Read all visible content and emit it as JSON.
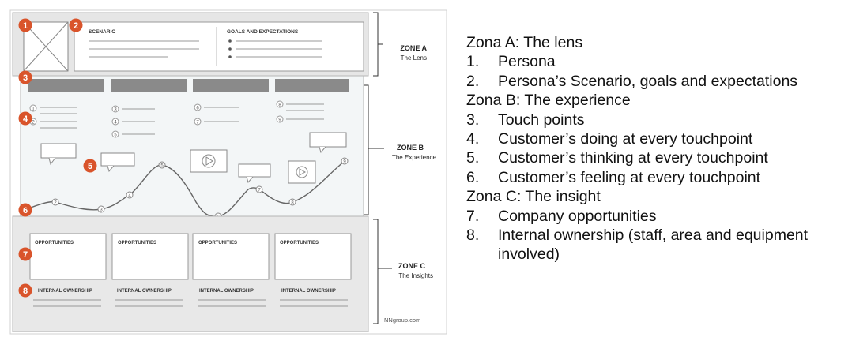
{
  "diagram": {
    "scenario_title": "SCENARIO",
    "goals_title": "GOALS AND EXPECTATIONS",
    "zones": [
      {
        "label": "ZONE A",
        "name": "The Lens"
      },
      {
        "label": "ZONE B",
        "name": "The Experience"
      },
      {
        "label": "ZONE C",
        "name": "The Insights"
      }
    ],
    "badges": [
      "1",
      "2",
      "3",
      "4",
      "5",
      "6",
      "7",
      "8"
    ],
    "step_numbers": [
      "1",
      "2",
      "3",
      "4",
      "5",
      "6",
      "7",
      "8",
      "9"
    ],
    "opportunities_label": "OPPORTUNITIES",
    "ownership_label": "INTERNAL OWNERSHIP",
    "credit": "NNgroup.com",
    "colors": {
      "badge": "#d9542b",
      "panel_bg": "#ebebeb",
      "zone_b_bg": "#f3f6f7",
      "touchpoint_bar": "#8a8a8a"
    }
  },
  "legend": {
    "zone_a": "Zona A: The lens",
    "zone_a_items": [
      {
        "num": "1.",
        "text": "Persona"
      },
      {
        "num": "2.",
        "text": "Persona’s Scenario, goals and expectations"
      }
    ],
    "zone_b": "Zona B: The experience",
    "zone_b_items": [
      {
        "num": "3.",
        "text": "Touch points"
      },
      {
        "num": "4.",
        "text": "Customer’s doing at every touchpoint"
      },
      {
        "num": "5.",
        "text": "Customer’s thinking at every touchpoint"
      },
      {
        "num": "6.",
        "text": "Customer’s feeling at every touchpoint"
      }
    ],
    "zone_c": "Zona C: The insight",
    "zone_c_items": [
      {
        "num": "7.",
        "text": "Company opportunities"
      },
      {
        "num": "8.",
        "text": "Internal ownership (staff, area and equipment involved)"
      }
    ]
  }
}
